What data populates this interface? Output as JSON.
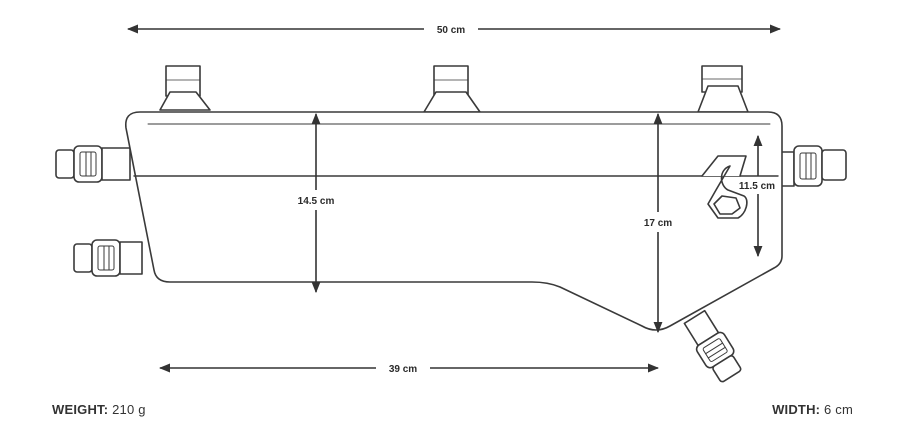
{
  "dimensions": {
    "top_length": "50 cm",
    "bottom_length": "39 cm",
    "front_height": "14.5 cm",
    "middle_height": "17 cm",
    "rear_height": "11.5 cm"
  },
  "specs": {
    "weight_label": "WEIGHT:",
    "weight_value": "210 g",
    "width_label": "WIDTH:",
    "width_value": "6 cm"
  },
  "colors": {
    "line": "#3a3a3a",
    "fill": "#ffffff",
    "text": "#2a2a2a"
  }
}
